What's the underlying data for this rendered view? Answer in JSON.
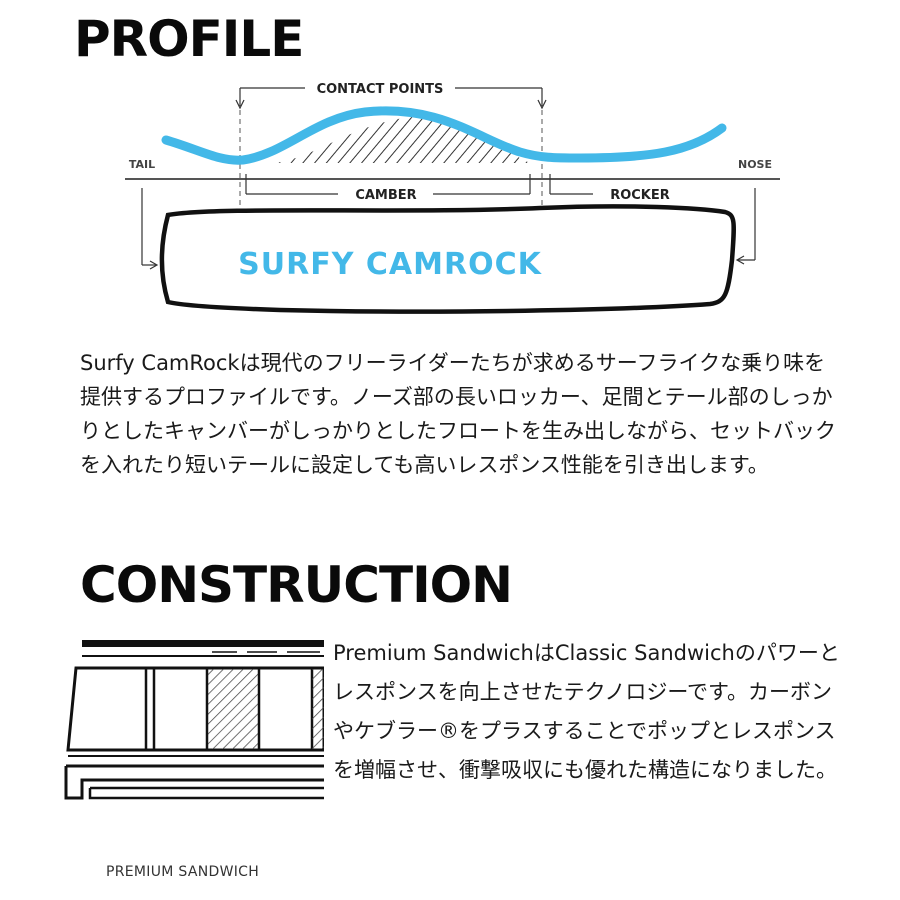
{
  "profile": {
    "title": "PROFILE",
    "labels": {
      "contact_points": "CONTACT POINTS",
      "tail": "TAIL",
      "nose": "NOSE",
      "camber": "CAMBER",
      "rocker": "ROCKER",
      "brand": "SURFY CAMROCK"
    },
    "description": "Surfy CamRockは現代のフリーライダーたちが求めるサーフライクな乗り味を提供するプロファイルです。ノーズ部の長いロッカー、足間とテール部のしっかりとしたキャンバーがしっかりとしたフロートを生み出しながら、セットバックを入れたり短いテールに設定しても高いレスポンス性能を引き出します。"
  },
  "construction": {
    "title": "CONSTRUCTION",
    "description": "Premium SandwichはClassic Sandwichのパワーとレスポンスを向上させたテクノロジーです。カーボンやケブラー®をプラスすることでポップとレスポンスを増幅させ、衝撃吸収にも優れた構造になりました。",
    "caption": "PREMIUM SANDWICH"
  },
  "colors": {
    "accent_blue": "#43b8e8",
    "ink": "#111111"
  }
}
